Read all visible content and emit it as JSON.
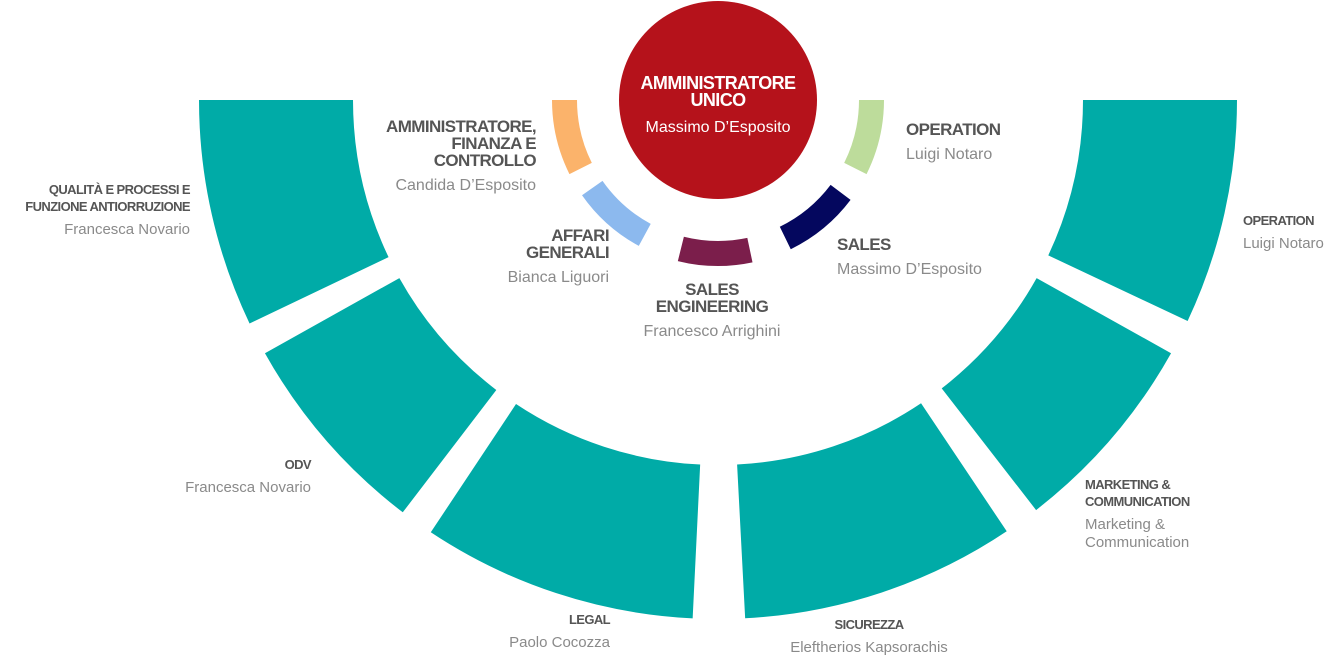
{
  "center": {
    "title": "AMMINISTRATORE\nUNICO",
    "name": "Massimo D’Esposito",
    "color": "#b5121b"
  },
  "inner": [
    {
      "title": "AMMINISTRATORE,\nFINANZA E\nCONTROLLO",
      "name": "Candida D’Esposito",
      "color": "#fbb36b"
    },
    {
      "title": "AFFARI\nGENERALI",
      "name": "Bianca Liguori",
      "color": "#8cb9ee"
    },
    {
      "title": "SALES\nENGINEERING",
      "name": "Francesco Arrighini",
      "color": "#7b1e4b"
    },
    {
      "title": "SALES",
      "name": "Massimo D’Esposito",
      "color": "#04075e"
    },
    {
      "title": "OPERATION",
      "name": "Luigi Notaro",
      "color": "#bddc9b"
    }
  ],
  "outer": [
    {
      "title": "QUALITÀ E PROCESSI E\nFUNZIONE ANTIORRUZIONE",
      "name": "Francesca Novario"
    },
    {
      "title": "ODV",
      "name": "Francesca Novario"
    },
    {
      "title": "LEGAL",
      "name": "Paolo Cocozza"
    },
    {
      "title": "SICUREZZA",
      "name": "Eleftherios Kapsorachis"
    },
    {
      "title": "MARKETING &\nCOMMUNICATION",
      "name": "Marketing &\nCommunication"
    },
    {
      "title": "OPERATION",
      "name": "Luigi Notaro"
    }
  ],
  "outer_color": "#00aba7"
}
